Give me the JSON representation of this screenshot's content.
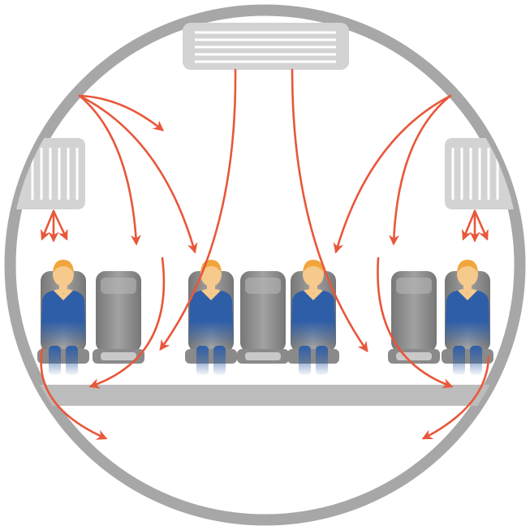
{
  "diagram": {
    "colors": {
      "fuselage": "#a7a7a7",
      "vent": "#d3d3d3",
      "vent_slat": "#ffffff",
      "airflow": "#e8573a",
      "seat": "#8f8f8f",
      "seat_shadow": "#6e6e6e",
      "floor": "#bcbcbc",
      "passenger_shirt": "#2e5ea8",
      "passenger_skin": "#f6c98c",
      "passenger_hair": "#f1a53c"
    },
    "elements": {
      "ceiling_vent": "ceiling-air-vent",
      "side_vents": [
        "left-air-vent",
        "right-air-vent"
      ],
      "seat_row": [
        "passenger",
        "empty-seat",
        "passenger",
        "empty-seat",
        "passenger",
        "empty-seat",
        "passenger"
      ]
    }
  }
}
